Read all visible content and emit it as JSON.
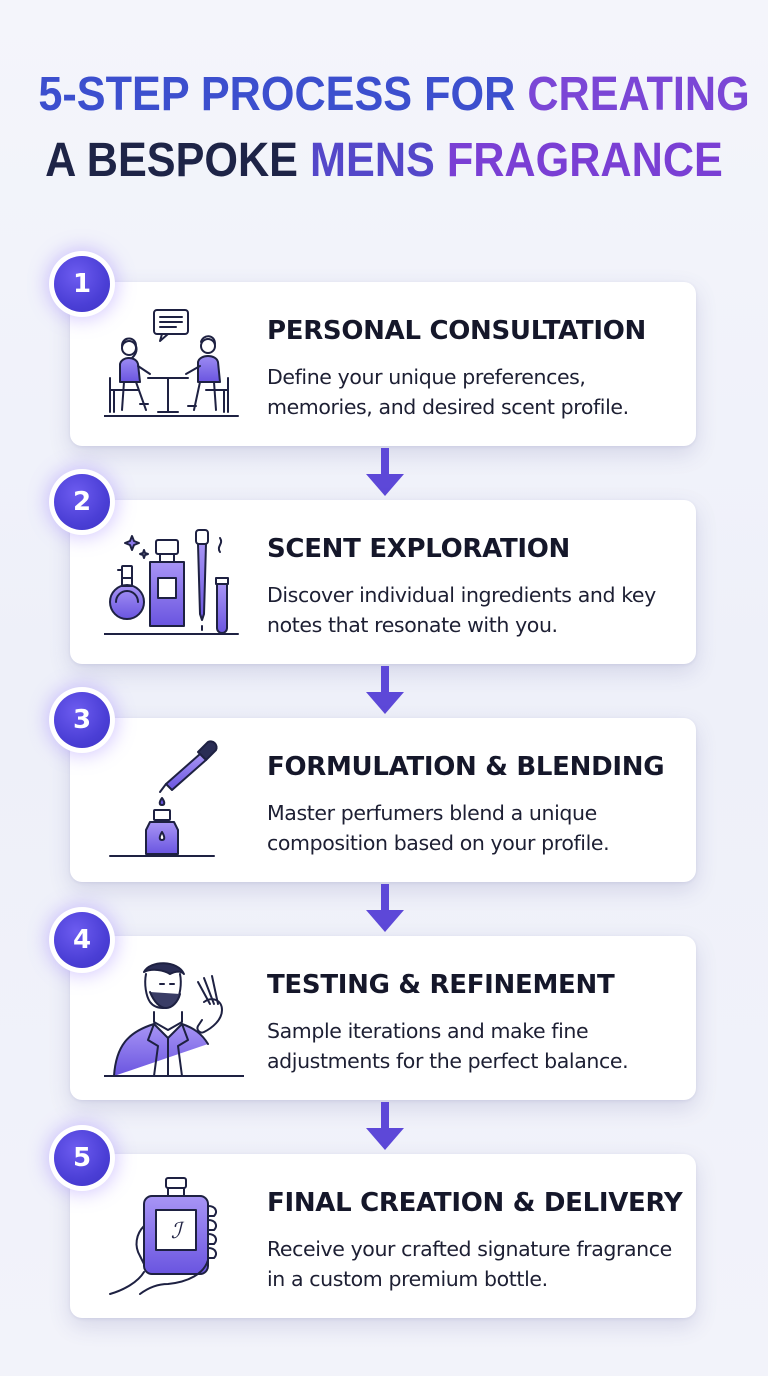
{
  "title": {
    "line1_part1": "5-STEP PROCESS FOR",
    "line1_part2": "CREATING",
    "line2_part1": "A BESPOKE",
    "line2_part2": "MENS",
    "line2_part3": "FRAGRANCE"
  },
  "steps": [
    {
      "number": "1",
      "title": "PERSONAL CONSULTATION",
      "description": "Define your unique preferences, memories, and desired scent profile.",
      "icon": "consultation-icon"
    },
    {
      "number": "2",
      "title": "SCENT EXPLORATION",
      "description": "Discover individual ingredients and key notes that resonate with you.",
      "icon": "perfume-bottles-icon"
    },
    {
      "number": "3",
      "title": "FORMULATION & BLENDING",
      "description": "Master perfumers blend a unique composition based on your profile.",
      "icon": "dropper-bottle-icon"
    },
    {
      "number": "4",
      "title": "TESTING & REFINEMENT",
      "description": "Sample iterations and make fine adjustments for the perfect balance.",
      "icon": "man-testing-scent-icon"
    },
    {
      "number": "5",
      "title": "FINAL CREATION & DELIVERY",
      "description": "Receive your crafted signature fragrance in a custom premium bottle.",
      "icon": "hand-holding-bottle-icon"
    }
  ],
  "colors": {
    "accent": "#4b3fd6",
    "title_blue": "#3c4fce",
    "title_purple": "#7b46d6",
    "title_navy": "#1e2447",
    "arrow": "#5d48d8"
  }
}
